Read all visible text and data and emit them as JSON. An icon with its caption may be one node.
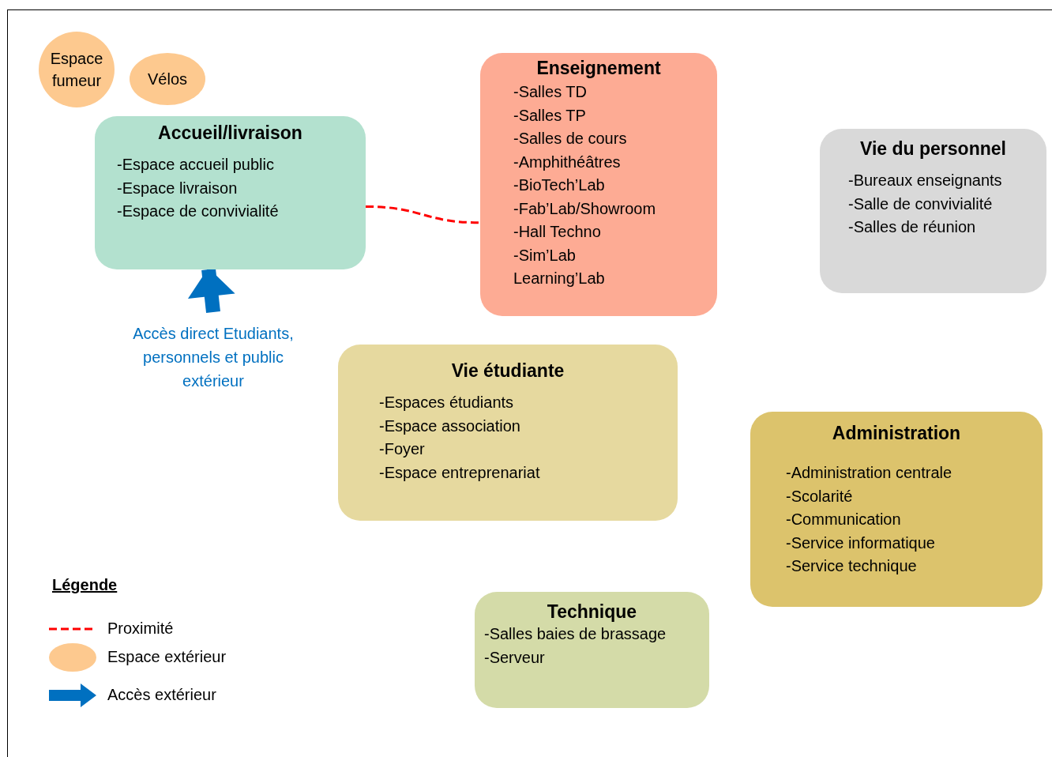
{
  "diagram": {
    "nodes": [
      {
        "text": [
          "Espace fumeur"
        ]
      },
      {
        "text": [
          "Vélos"
        ]
      },
      {
        "text": [
          "Accueil/livraison",
          "-Espace accueil public",
          "-Espace livraison",
          "-Espace de convivialité"
        ]
      },
      {
        "text": [
          "Enseignement",
          "-Salles TD",
          "-Salles TP",
          "-Salles de cours",
          "-Amphithéâtres",
          "-BioTech’Lab",
          "-Fab’Lab/Showroom",
          "-Hall Techno",
          "-Sim’Lab",
          "Learning’Lab"
        ]
      },
      {
        "text": [
          "Vie du personnel",
          "-Bureaux enseignants",
          "-Salle de convivialité",
          "-Salles de réunion"
        ]
      },
      {
        "text": [
          "Accès direct Etudiants, personnels et public extérieur"
        ]
      },
      {
        "text": [
          "Vie étudiante",
          "-Espaces étudiants",
          "-Espace association",
          "-Foyer",
          "-Espace entreprenariat"
        ]
      },
      {
        "text": [
          "Administration",
          "-Administration centrale",
          "-Scolarité",
          "-Communication",
          "-Service informatique",
          "-Service technique"
        ]
      },
      {
        "text": [
          "Technique",
          "-Salles baies de brassage",
          "-Serveur"
        ]
      }
    ],
    "edges": [
      {
        "from": 2,
        "to": 3,
        "arrow": "none",
        "style": "dashed",
        "color": "#ff0000"
      },
      {
        "from": 5,
        "to": 2,
        "arrow": "to",
        "style": "thick",
        "color": "#0070c0"
      }
    ],
    "labels": [
      "Légende"
    ],
    "legend": [
      {
        "text": "Proximité"
      },
      {
        "text": "Espace extérieur",
        "color": "#fdc98f"
      },
      {
        "text": "Accès extérieur"
      }
    ]
  }
}
